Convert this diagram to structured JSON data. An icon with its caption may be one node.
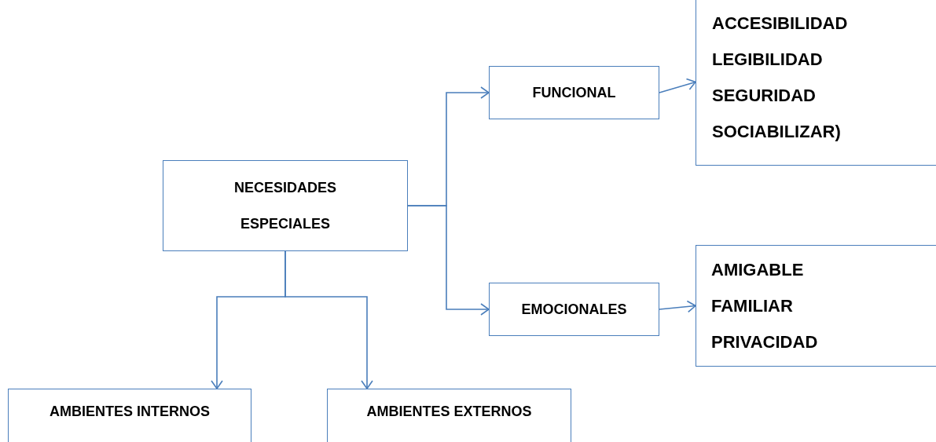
{
  "diagram": {
    "nodes": [
      {
        "text": [
          "NECESIDADES ESPECIALES"
        ]
      },
      {
        "text": [
          "FUNCIONAL"
        ]
      },
      {
        "text": [
          "ACCESIBILIDAD",
          "LEGIBILIDAD",
          "SEGURIDAD",
          "SOCIABILIZAR)"
        ]
      },
      {
        "text": [
          "EMOCIONALES"
        ]
      },
      {
        "text": [
          "AMIGABLE",
          "FAMILIAR",
          "PRIVACIDAD"
        ]
      },
      {
        "text": [
          "AMBIENTES INTERNOS"
        ]
      },
      {
        "text": [
          "AMBIENTES EXTERNOS"
        ]
      }
    ],
    "edges": [
      {
        "from": 0,
        "to": 1,
        "arrow": "to"
      },
      {
        "from": 0,
        "to": 3,
        "arrow": "to"
      },
      {
        "from": 1,
        "to": 2,
        "arrow": "to"
      },
      {
        "from": 3,
        "to": 4,
        "arrow": "to"
      },
      {
        "from": 0,
        "to": 5,
        "arrow": "to"
      },
      {
        "from": 0,
        "to": 6,
        "arrow": "to"
      }
    ]
  }
}
